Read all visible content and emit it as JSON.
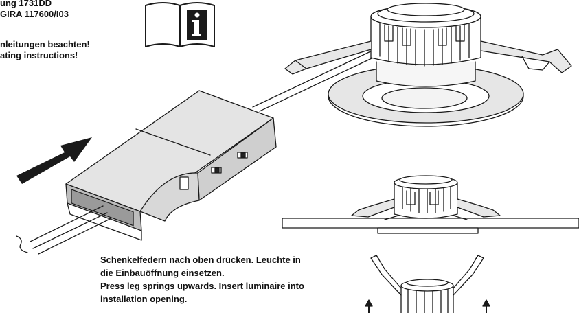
{
  "header": {
    "line1": "ung 1731DD",
    "line2": "GIRA 117600/I03"
  },
  "warning": {
    "line1": "nleitungen beachten!",
    "line2": "ating instructions!"
  },
  "manual_icon": "manual-info-icon",
  "caption": {
    "de_line1": "Schenkelfedern nach oben drücken. Leuchte in",
    "de_line2": "die Einbauöffnung einsetzen.",
    "en_line1": "Press leg springs upwards. Insert luminaire into",
    "en_line2": "installation opening."
  }
}
